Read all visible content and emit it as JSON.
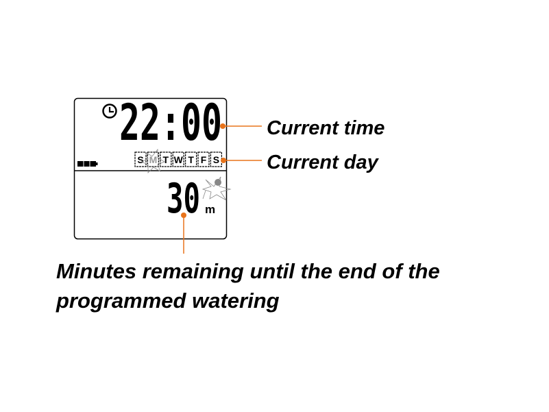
{
  "display": {
    "time": "22:00",
    "days": [
      "S",
      "M",
      "T",
      "W",
      "T",
      "F",
      "S"
    ],
    "active_day_index": 1,
    "minutes_value": "30",
    "minutes_unit": "m"
  },
  "annotations": {
    "current_time": "Current time",
    "current_day": "Current day",
    "minutes_line1": "Minutes remaining until the end of the",
    "minutes_line2": "programmed watering"
  },
  "colors": {
    "accent": "#e8731a",
    "lcd_border": "#000000"
  }
}
